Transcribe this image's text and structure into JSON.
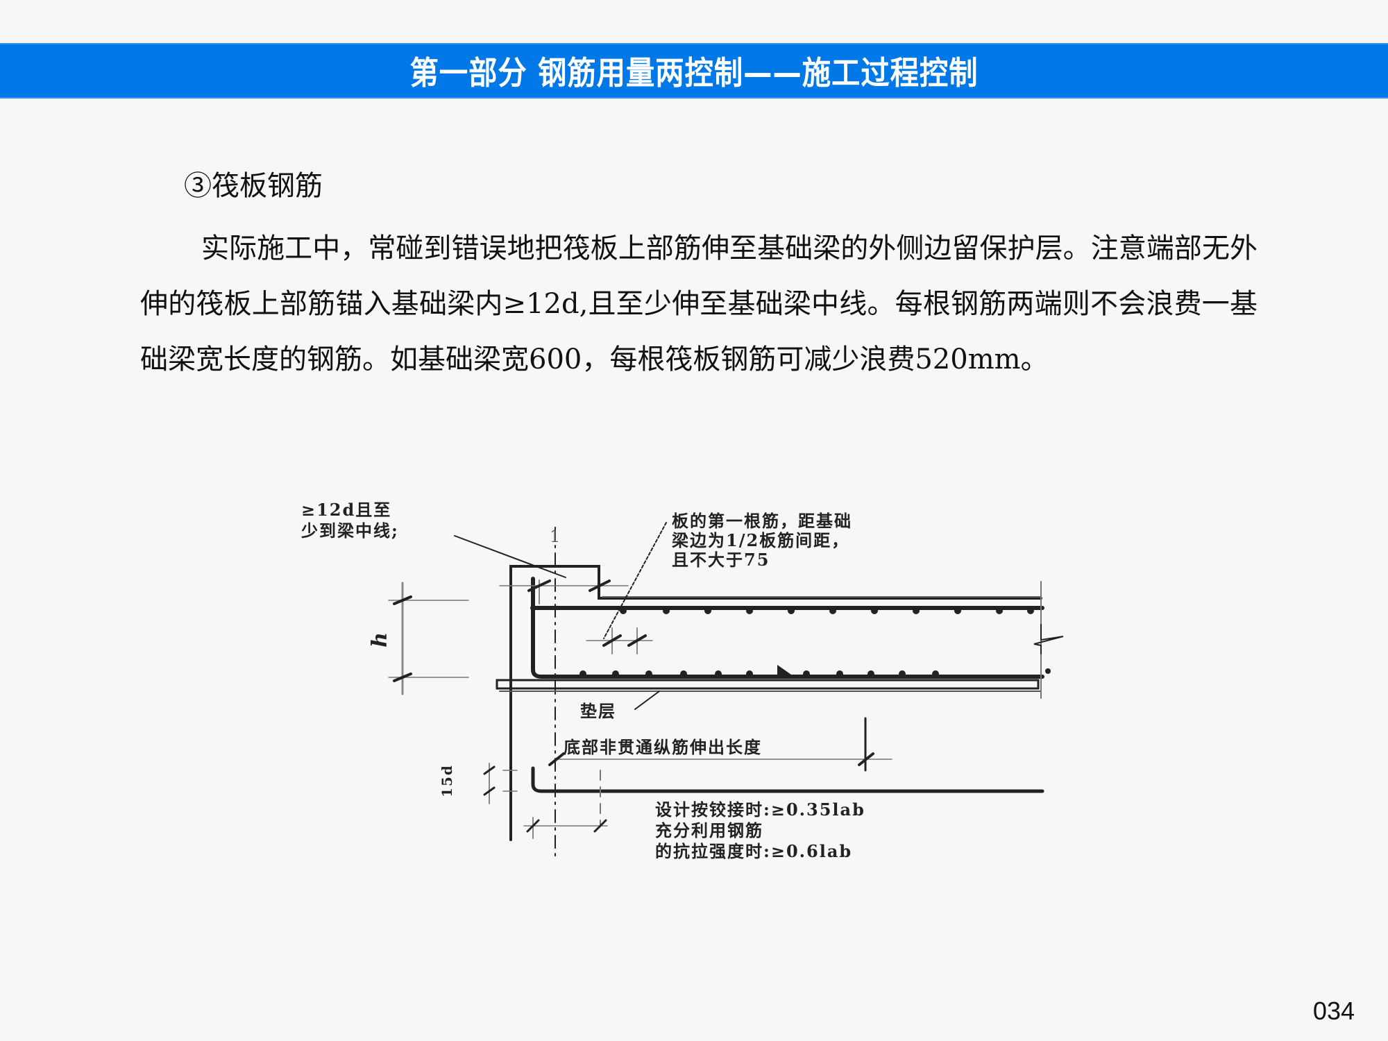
{
  "header": {
    "title": "第一部分  钢筋用量两控制——施工过程控制",
    "background_color": "#0078E7",
    "text_color": "#FFFFFF"
  },
  "content": {
    "section_heading": "③筏板钢筋",
    "paragraph": "实际施工中，常碰到错误地把筏板上部筋伸至基础梁的外侧边留保护层。注意端部无外伸的筏板上部筋锚入基础梁内≥12d,且至少伸至基础梁中线。每根钢筋两端则不会浪费一基础梁宽长度的钢筋。如基础梁宽600，每根筏板钢筋可减少浪费520mm。"
  },
  "diagram": {
    "labels": {
      "anchor_note_line1": "≥12d且至",
      "anchor_note_line2": "少到梁中线;",
      "axis_number": "1",
      "first_bar_line1": "板的第一根筋，距基础",
      "first_bar_line2": "梁边为1/2板筋间距，",
      "first_bar_line3": "且不大于75",
      "height_symbol": "h",
      "cushion": "垫层",
      "extension_length": "底部非贯通纵筋伸出长度",
      "hook_length": "15d",
      "hinge_line1": "设计按铰接时:≥0.35lab",
      "hinge_line2": "充分利用钢筋",
      "hinge_line3": "的抗拉强度时:≥0.6lab"
    }
  },
  "footer": {
    "page_number": "034"
  }
}
